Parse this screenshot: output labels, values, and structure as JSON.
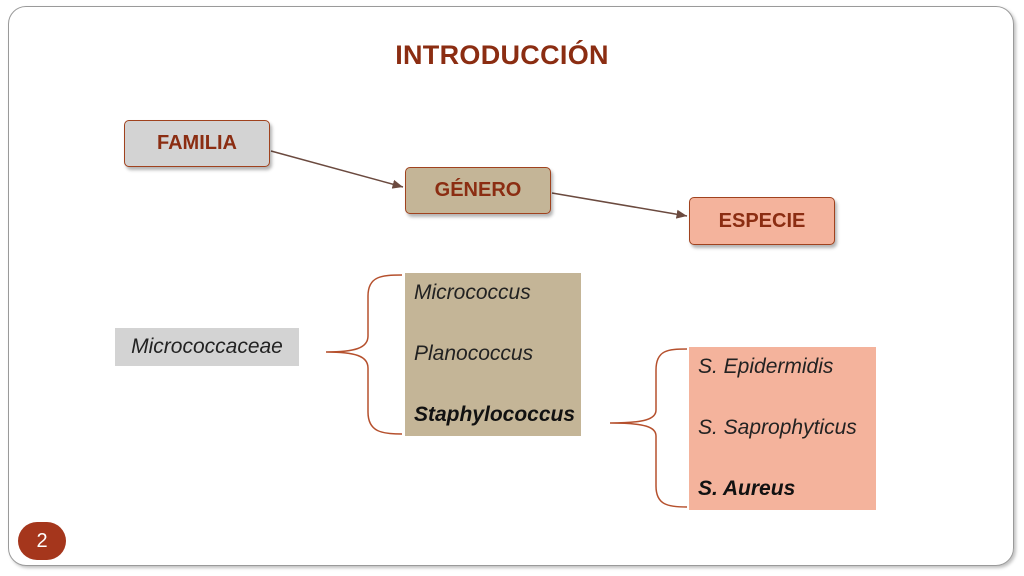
{
  "slide": {
    "title": "INTRODUCCIÓN",
    "page_number": "2"
  },
  "levels": {
    "familia": "FAMILIA",
    "genero": "GÉNERO",
    "especie": "ESPECIE"
  },
  "family": {
    "name": "Micrococcaceae"
  },
  "genera": [
    {
      "label": "Micrococcus",
      "bold": false
    },
    {
      "label": "Planococcus",
      "bold": false
    },
    {
      "label": "Staphylococcus",
      "bold": true
    }
  ],
  "species": [
    {
      "label": "S. Epidermidis",
      "bold": false
    },
    {
      "label": "S. Saprophyticus",
      "bold": false
    },
    {
      "label": "S. Aureus",
      "bold": true
    }
  ],
  "colors": {
    "title": "#8b2d12",
    "familia_fill": "#d3d3d3",
    "genero_fill": "#c4b597",
    "especie_fill": "#f4b39c",
    "brace": "#b5502d",
    "badge": "#a5361c"
  }
}
